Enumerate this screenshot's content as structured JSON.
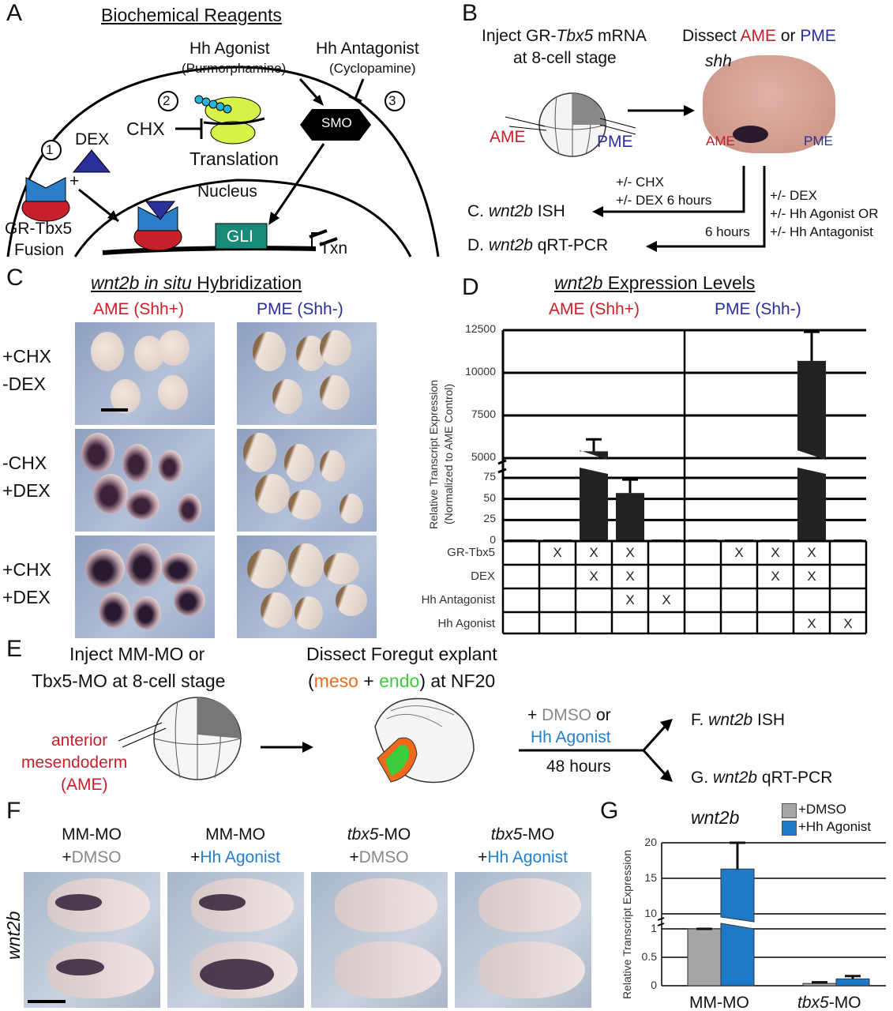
{
  "panel_labels": [
    "A",
    "B",
    "C",
    "D",
    "E",
    "F",
    "G"
  ],
  "panelA": {
    "title": "Biochemical Reagents",
    "agonist": "Hh Agonist",
    "agonist_name": "(Purmorphamine)",
    "antagonist": "Hh Antagonist",
    "antagonist_name": "(Cyclopamine)",
    "smo": "SMO",
    "chx": "CHX",
    "translation": "Translation",
    "dex": "DEX",
    "nucleus": "Nucleus",
    "fusion1": "GR-Tbx5",
    "fusion2": "Fusion",
    "gli": "GLI",
    "txn": "Txn",
    "steps": [
      "1",
      "2",
      "3"
    ],
    "plus": "+"
  },
  "panelB": {
    "inject1": "Inject GR-",
    "inject_gene": "Tbx5",
    "inject2": " mRNA",
    "inject3": "at 8-cell stage",
    "dissect": "Dissect ",
    "ame": "AME",
    "or": " or ",
    "pme": "PME",
    "shh": "shh",
    "chx": "+/- CHX",
    "dex6": "+/- DEX  6 hours",
    "dex": "+/- DEX",
    "hh_ag": "+/- Hh Agonist OR",
    "hh_ant": "+/- Hh Antagonist",
    "hours": "6 hours",
    "c_label": "C. ",
    "c_gene": "wnt2b",
    "c_rest": " ISH",
    "d_label": "D. ",
    "d_gene": "wnt2b",
    "d_rest": " qRT-PCR"
  },
  "panelC": {
    "title_i": "wnt2b in situ",
    "title_r": " Hybridization",
    "col1": "AME (Shh+)",
    "col2": "PME (Shh-)",
    "rows": [
      [
        "+CHX",
        "-DEX"
      ],
      [
        "-CHX",
        "+DEX"
      ],
      [
        "+CHX",
        "+DEX"
      ]
    ]
  },
  "panelE": {
    "inject1": "Inject MM-MO or",
    "inject2": "Tbx5-MO at 8-cell stage",
    "dissect1": "Dissect Foregut explant",
    "p1": "(",
    "meso": "meso",
    "plus": " + ",
    "endo": "endo",
    "p2": ") at NF20",
    "ame1": "anterior",
    "ame2": "mesendoderm",
    "ame3": "(AME)",
    "dmso_pre": "+ ",
    "dmso": "DMSO",
    "or": " or",
    "hh": "Hh Agonist",
    "hours": "48 hours",
    "f_label": "F. ",
    "f_gene": "wnt2b",
    "f_rest": " ISH",
    "g_label": "G. ",
    "g_gene": "wnt2b",
    "g_rest": " qRT-PCR"
  },
  "panelF": {
    "gene": "wnt2b",
    "cols": [
      {
        "l1": "MM-MO",
        "pre": "+",
        "l2": "DMSO"
      },
      {
        "l1": "MM-MO",
        "pre": "+",
        "l2": "Hh Agonist"
      },
      {
        "l1": "tbx5",
        "l1b": "-MO",
        "pre": "+",
        "l2": "DMSO"
      },
      {
        "l1": "tbx5",
        "l1b": "-MO",
        "pre": "+",
        "l2": "Hh Agonist"
      }
    ]
  },
  "chart_data": [
    {
      "id": "D",
      "type": "bar",
      "title_i": "wnt2b",
      "title_r": " Expression Levels",
      "group_labels": [
        "AME (Shh+)",
        "PME (Shh-)"
      ],
      "ylabel": "Relative Transcript Expression",
      "ylabel2": "(Normalized to AME Control)",
      "yticks": [
        "0",
        "25",
        "50",
        "75",
        "5000",
        "7500",
        "10000",
        "12500"
      ],
      "broken_axis": [
        85,
        4800
      ],
      "values": [
        0,
        0,
        5400,
        57,
        1,
        0,
        1,
        1,
        10700,
        1
      ],
      "errors": [
        0,
        0,
        6100,
        73,
        0,
        0,
        0,
        0,
        12400,
        0
      ],
      "table_rows": [
        {
          "label": "GR-Tbx5",
          "marks": [
            0,
            1,
            1,
            1,
            0,
            0,
            1,
            1,
            1,
            0
          ]
        },
        {
          "label": "DEX",
          "marks": [
            0,
            0,
            1,
            1,
            0,
            0,
            0,
            1,
            1,
            0
          ]
        },
        {
          "label": "Hh Antagonist",
          "marks": [
            0,
            0,
            0,
            1,
            1,
            0,
            0,
            0,
            0,
            0
          ]
        },
        {
          "label": "Hh Agonist",
          "marks": [
            0,
            0,
            0,
            0,
            0,
            0,
            0,
            0,
            1,
            1
          ]
        }
      ],
      "mark": "X"
    },
    {
      "id": "G",
      "type": "bar",
      "title": "wnt2b",
      "ylabel": "Relative Transcript Expression",
      "yticks": [
        "0",
        "0.5",
        "1",
        "10",
        "15",
        "20"
      ],
      "broken_axis": [
        1.05,
        9.5
      ],
      "categories": [
        "MM-MO",
        "tbx5-MO"
      ],
      "categories_italic": [
        "",
        "tbx5"
      ],
      "categories_rest": [
        "MM-MO",
        "-MO"
      ],
      "series": [
        {
          "name": "+DMSO",
          "color": "#a6a6a6",
          "values": [
            1.0,
            0.04
          ],
          "errors": [
            1.0,
            0.06
          ]
        },
        {
          "name": "+Hh Agonist",
          "color": "#1e78c8",
          "values": [
            16.3,
            0.12
          ],
          "errors": [
            20,
            0.17
          ]
        }
      ]
    }
  ]
}
